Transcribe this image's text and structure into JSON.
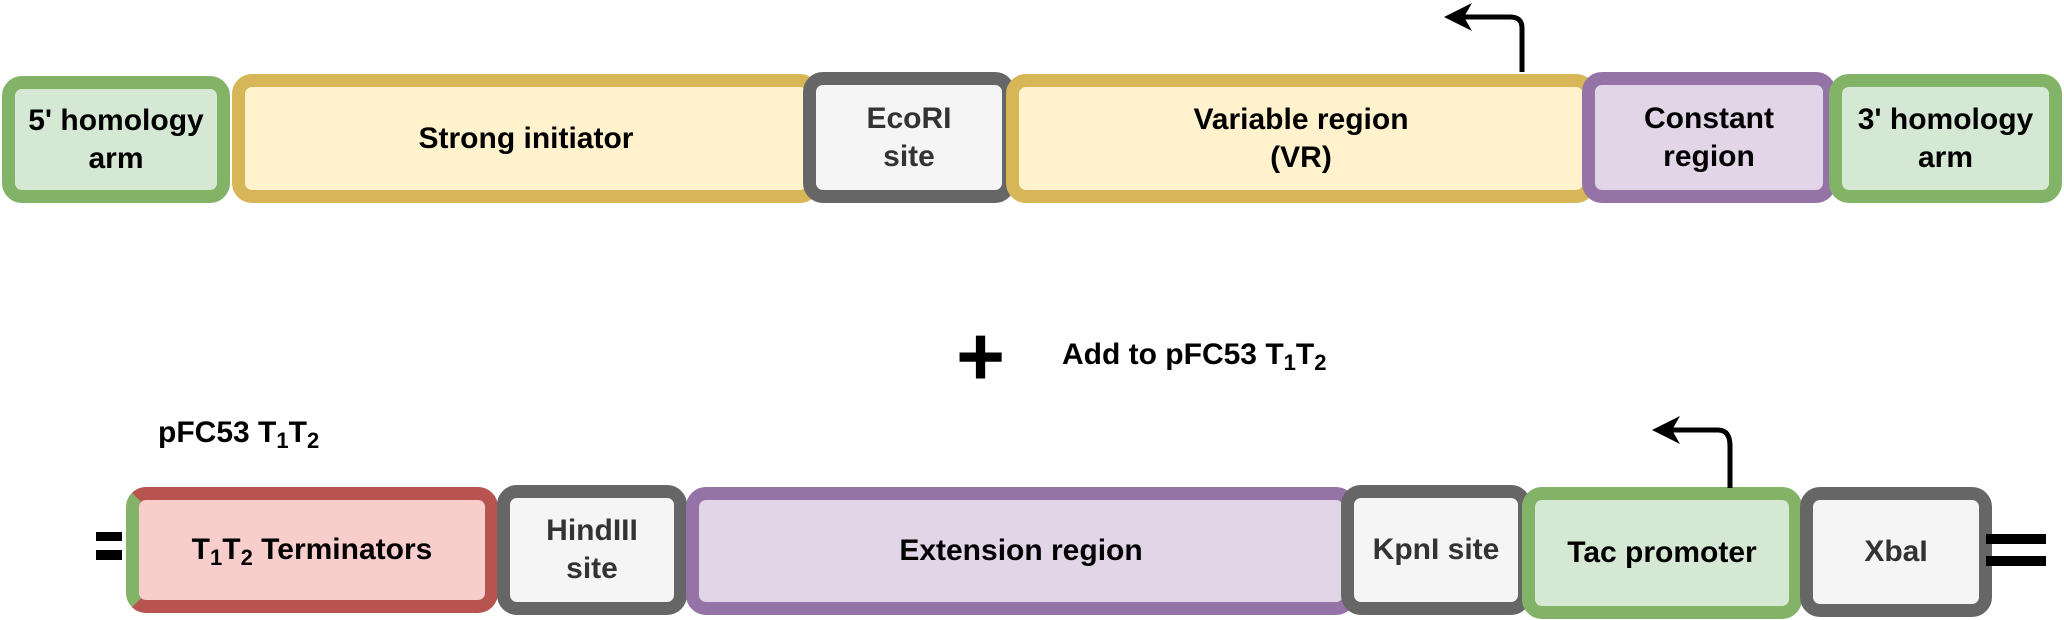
{
  "top_construct": {
    "segments": [
      {
        "label": "5' homology arm"
      },
      {
        "label": "Strong initiator"
      },
      {
        "label": "EcoRI site"
      },
      {
        "label": "Variable region (VR)"
      },
      {
        "label": "Constant region"
      },
      {
        "label": "3' homology arm"
      }
    ]
  },
  "plus_symbol": "+",
  "add_text": {
    "prefix": "Add to pFC53 T",
    "sub1": "1",
    "mid": "T",
    "sub2": "2"
  },
  "plasmid_label": {
    "prefix": "pFC53 T",
    "sub1": "1",
    "mid": "T",
    "sub2": "2"
  },
  "bottom_construct": {
    "terminators": {
      "prefix": "T",
      "sub1": "1",
      "mid": "T",
      "sub2": "2",
      "suffix": " Terminators"
    },
    "segments": [
      {
        "label": "HindIII site"
      },
      {
        "label": "Extension region"
      },
      {
        "label": "KpnI site"
      },
      {
        "label": "Tac promoter"
      },
      {
        "label": "XbaI"
      }
    ]
  },
  "colors": {
    "homology_arm": "#d5e8d4",
    "initiator": "#fff2cc",
    "restriction_site": "#f5f5f5",
    "variable_region": "#fff2cc",
    "constant_region": "#e1d5e7",
    "terminators": "#f8cecc",
    "extension_region": "#e1d5e7",
    "promoter": "#d5e8d4"
  }
}
